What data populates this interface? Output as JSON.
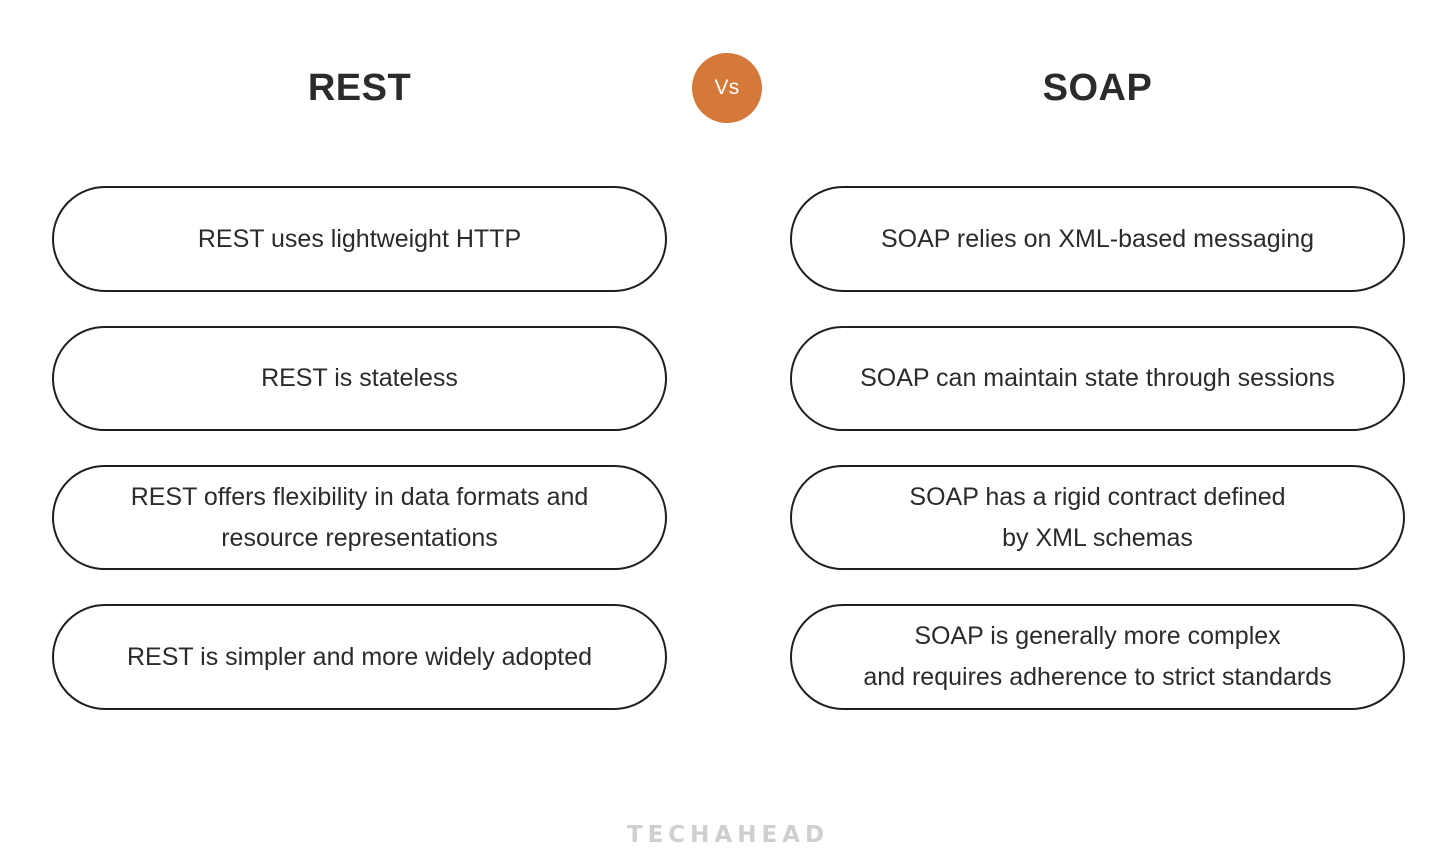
{
  "header": {
    "left_title": "REST",
    "right_title": "SOAP",
    "vs_label": "Vs",
    "vs_color": "#d5793a"
  },
  "comparison": {
    "rows": [
      {
        "left": "REST uses lightweight HTTP",
        "right": "SOAP relies on XML-based messaging"
      },
      {
        "left": "REST is stateless",
        "right": "SOAP can maintain state through sessions"
      },
      {
        "left": "REST offers flexibility in data formats and\nresource representations",
        "right": "SOAP has a rigid contract defined\nby XML schemas"
      },
      {
        "left": "REST is simpler and more widely adopted",
        "right": "SOAP is generally more complex\nand requires adherence to strict standards"
      }
    ]
  },
  "footer": {
    "watermark": "TECHAHEAD",
    "watermark_color": "#cfcfcf"
  },
  "theme": {
    "background": "#ffffff",
    "text": "#2b2b2b",
    "border": "#1f1f1f",
    "accent": "#d5793a"
  }
}
